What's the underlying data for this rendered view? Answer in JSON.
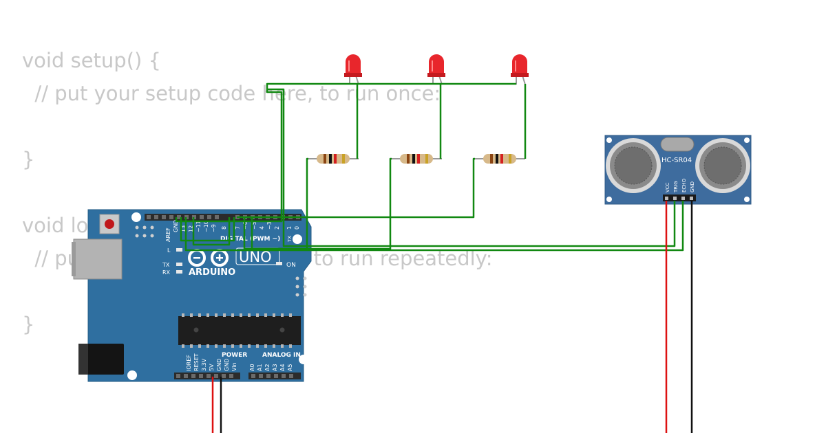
{
  "code_editor": {
    "lines": [
      "void setup() {",
      "  // put your setup code here, to run once:",
      "",
      "}",
      "",
      "void loop() {",
      "  // put your main code here, to run repeatedly:",
      "",
      "}"
    ]
  },
  "arduino": {
    "logo_text": "ARDUINO",
    "model_text": "UNO",
    "digital_label": "DIGITAL (PWM ~)",
    "power_label": "POWER",
    "analog_label": "ANALOG IN",
    "aref_label": "AREF",
    "gnd_label": "GND",
    "l_label": "L",
    "tx_label": "TX",
    "rx_label": "RX",
    "on_label": "ON",
    "tx_pin_label": "TX",
    "rx_pin_label": "RX",
    "digital_pins": [
      "13",
      "12",
      "~11",
      "~10",
      "~9",
      "8",
      "7",
      "~6",
      "~5",
      "4",
      "~3",
      "2",
      "1",
      "0"
    ],
    "power_pins": [
      "IOREF",
      "RESET",
      "3.3V",
      "5V",
      "GND",
      "GND",
      "Vin"
    ],
    "analog_pins": [
      "A0",
      "A1",
      "A2",
      "A3",
      "A4",
      "A5"
    ]
  },
  "sensor": {
    "model": "HC-SR04",
    "pins": [
      "VCC",
      "TRIG",
      "ECHO",
      "GND"
    ]
  },
  "colors": {
    "board": "#2f6fa0",
    "sensor_board": "#3e6c9e",
    "wire_green": "#118811",
    "wire_red": "#dd1111",
    "wire_black": "#111111",
    "led_red": "#e8262c",
    "code_text": "#c8c8c8"
  }
}
